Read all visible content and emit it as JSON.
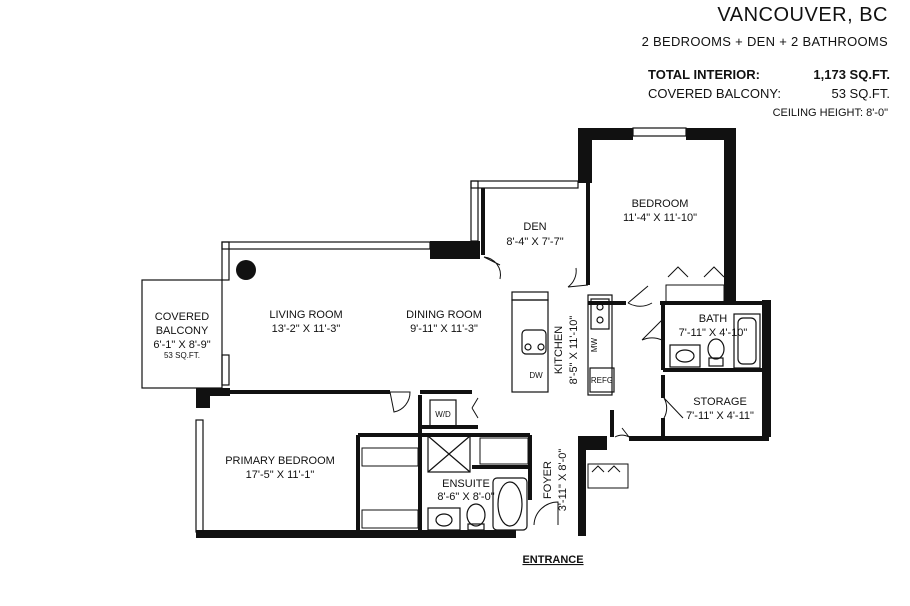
{
  "header": {
    "city": "VANCOUVER, BC",
    "subtitle": "2 BEDROOMS + DEN + 2 BATHROOMS",
    "total_interior_label": "TOTAL INTERIOR:",
    "total_interior_value": "1,173 SQ.FT.",
    "balcony_label": "COVERED BALCONY:",
    "balcony_value": "53 SQ.FT.",
    "ceiling": "CEILING HEIGHT: 8'-0\""
  },
  "rooms": {
    "balcony": {
      "name1": "COVERED",
      "name2": "BALCONY",
      "dims": "6'-1\" X 8'-9\"",
      "area": "53 SQ.FT."
    },
    "living": {
      "name": "LIVING ROOM",
      "dims": "13'-2\" X 11'-3\""
    },
    "dining": {
      "name": "DINING ROOM",
      "dims": "9'-11\" X 11'-3\""
    },
    "den": {
      "name": "DEN",
      "dims": "8'-4\" X 7'-7\""
    },
    "bedroom": {
      "name": "BEDROOM",
      "dims": "11'-4\" X 11'-10\""
    },
    "bath": {
      "name": "BATH",
      "dims": "7'-11\" X 4'-10\""
    },
    "storage": {
      "name": "STORAGE",
      "dims": "7'-11\" X 4'-11\""
    },
    "kitchen": {
      "name": "KITCHEN",
      "dims": "8'-5\" X 11'-10\""
    },
    "primary": {
      "name": "PRIMARY BEDROOM",
      "dims": "17'-5\" X 11'-1\""
    },
    "ensuite": {
      "name": "ENSUITE",
      "dims": "8'-6\" X 8'-0\""
    },
    "foyer": {
      "name": "FOYER",
      "dims": "3'-11\" X 8'-0\""
    }
  },
  "fixtures": {
    "washer_dryer": "W/D",
    "microwave": "MW",
    "dishwasher": "DW",
    "fridge": "REFG"
  },
  "entrance": "ENTRANCE"
}
